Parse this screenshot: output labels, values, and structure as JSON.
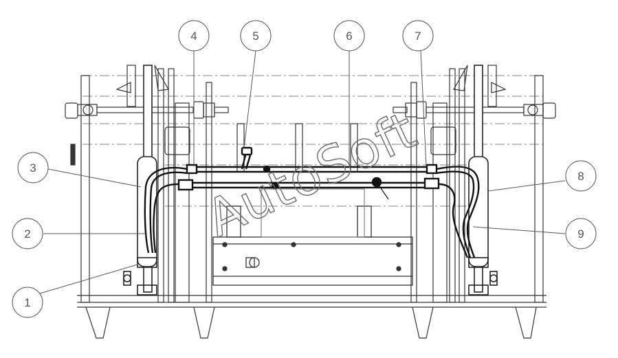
{
  "watermark": "AutoSoft",
  "callouts": [
    "1",
    "2",
    "3",
    "4",
    "5",
    "6",
    "7",
    "8",
    "9"
  ],
  "colors": {
    "line": "#333333",
    "light": "#8a8a8a",
    "dash": "#9a9a9a",
    "background": "#ffffff"
  }
}
